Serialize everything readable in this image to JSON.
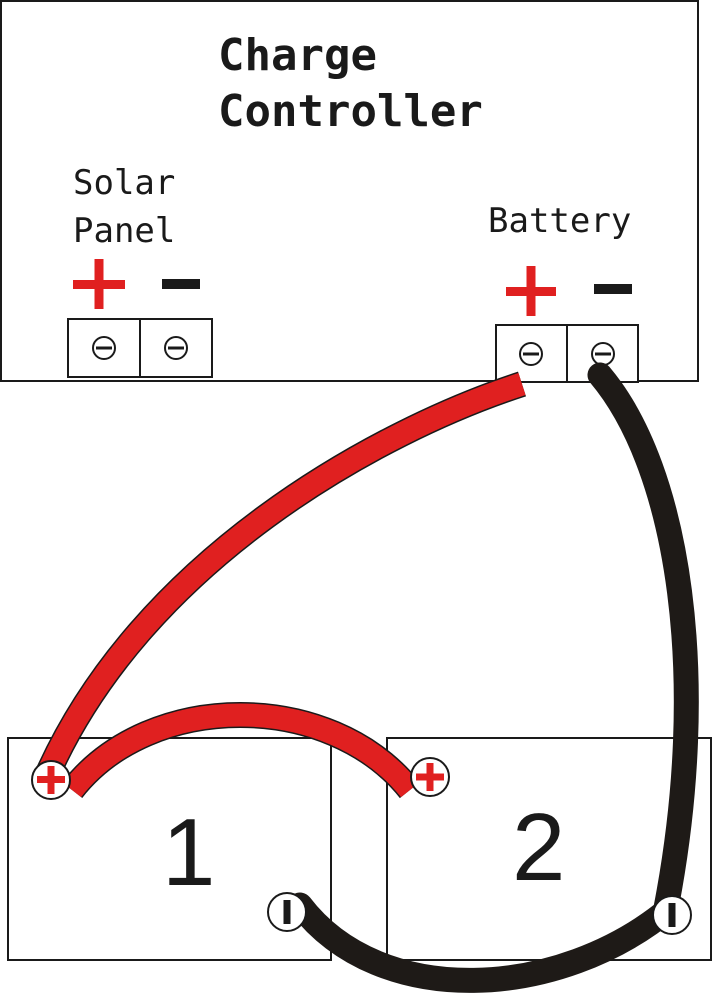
{
  "controller": {
    "title_line1": "Charge",
    "title_line2": "Controller",
    "solar_label_line1": "Solar",
    "solar_label_line2": "Panel",
    "battery_label": "Battery",
    "plus_symbol": "+",
    "minus_symbol": "−"
  },
  "batteries": [
    {
      "number": "1"
    },
    {
      "number": "2"
    }
  ],
  "colors": {
    "positive_wire": "#e02020",
    "negative_wire": "#1e1a17",
    "outline": "#1a1a1a"
  }
}
